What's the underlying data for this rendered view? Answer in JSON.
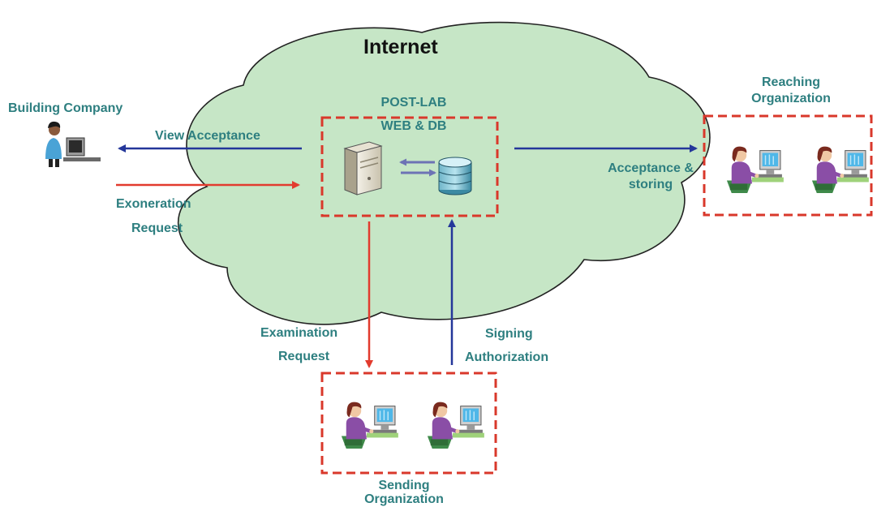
{
  "cloud": {
    "title": "Internet"
  },
  "server": {
    "title_line1": "POST-LAB",
    "title_line2": "WEB & DB"
  },
  "building_company": {
    "label": "Building Company"
  },
  "reaching_org": {
    "label_line1": "Reaching",
    "label_line2": "Organization"
  },
  "sending_org": {
    "label_line1": "Sending",
    "label_line2": "Organization"
  },
  "flows": {
    "view_acceptance": "View Acceptance",
    "exoneration_line1": "Exoneration",
    "exoneration_line2": "Request",
    "acceptance_line1": "Acceptance &",
    "acceptance_line2": "storing",
    "examination_line1": "Examination",
    "examination_line2": "Request",
    "signing_line1": "Signing",
    "signing_line2": "Authorization"
  },
  "colors": {
    "cloud_fill": "#c6e6c6",
    "label_text": "#2e7f80",
    "blue_arrow": "#24379a",
    "red_arrow": "#e23b2e",
    "dashed_box": "#d9382b"
  }
}
